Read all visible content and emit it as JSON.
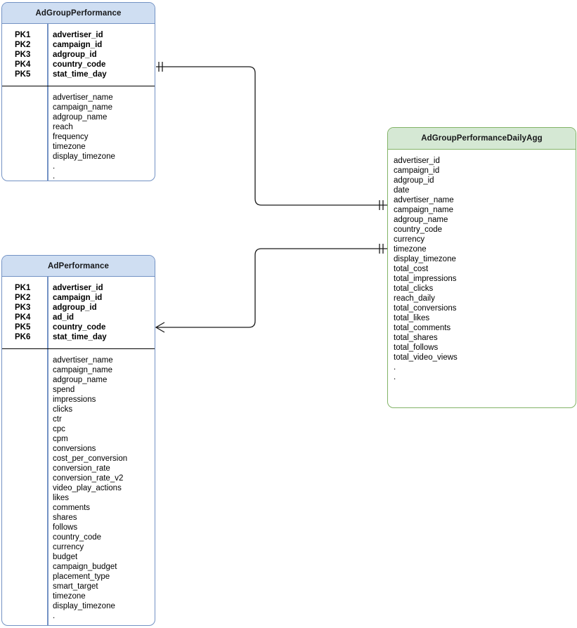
{
  "diagram": {
    "type": "entity-relationship-diagram",
    "background": "#ffffff",
    "colors": {
      "blue_header_fill": "#cfdef2",
      "blue_border": "#7392c4",
      "green_header_fill": "#d5e8d4",
      "green_border": "#82b366",
      "line": "#1a1a1a",
      "text": "#000000"
    }
  },
  "entities": [
    {
      "id": "adgroup_performance",
      "title": "AdGroupPerformance",
      "style": "blue",
      "keys": [
        {
          "pk": "PK1",
          "field": "advertiser_id"
        },
        {
          "pk": "PK2",
          "field": "campaign_id"
        },
        {
          "pk": "PK3",
          "field": "adgroup_id"
        },
        {
          "pk": "PK4",
          "field": "country_code"
        },
        {
          "pk": "PK5",
          "field": "stat_time_day"
        }
      ],
      "attributes": [
        "advertiser_name",
        "campaign_name",
        "adgroup_name",
        "reach",
        "frequency",
        "timezone",
        "display_timezone",
        ".",
        "."
      ]
    },
    {
      "id": "ad_performance",
      "title": "AdPerformance",
      "style": "blue",
      "keys": [
        {
          "pk": "PK1",
          "field": "advertiser_id"
        },
        {
          "pk": "PK2",
          "field": "campaign_id"
        },
        {
          "pk": "PK3",
          "field": "adgroup_id"
        },
        {
          "pk": "PK4",
          "field": "ad_id"
        },
        {
          "pk": "PK5",
          "field": "country_code"
        },
        {
          "pk": "PK6",
          "field": "stat_time_day"
        }
      ],
      "attributes": [
        "advertiser_name",
        "campaign_name",
        "adgroup_name",
        "spend",
        "impressions",
        "clicks",
        "ctr",
        "cpc",
        "cpm",
        "conversions",
        "cost_per_conversion",
        "conversion_rate",
        "conversion_rate_v2",
        "video_play_actions",
        "likes",
        "comments",
        "shares",
        "follows",
        "country_code",
        "currency",
        "budget",
        "campaign_budget",
        "placement_type",
        "smart_target",
        "timezone",
        "display_timezone",
        ".",
        "."
      ]
    },
    {
      "id": "adgroup_performance_daily_agg",
      "title": "AdGroupPerformanceDailyAgg",
      "style": "green",
      "attributes": [
        "advertiser_id",
        "campaign_id",
        "adgroup_id",
        "date",
        "advertiser_name",
        "campaign_name",
        "adgroup_name",
        "country_code",
        "currency",
        "timezone",
        "display_timezone",
        "total_cost",
        "total_impressions",
        "total_clicks",
        "reach_daily",
        "total_conversions",
        "total_likes",
        "total_comments",
        "total_shares",
        "total_follows",
        "total_video_views",
        ".",
        "."
      ]
    }
  ],
  "relationships": [
    {
      "id": "adgroupperformance-to-dailyagg",
      "from": "adgroup_performance",
      "to": "adgroup_performance_daily_agg",
      "from_cardinality": "one-and-only-one",
      "to_cardinality": "one-and-only-one"
    },
    {
      "id": "adperformance-to-dailyagg",
      "from": "ad_performance",
      "to": "adgroup_performance_daily_agg",
      "from_cardinality": "many",
      "to_cardinality": "one-and-only-one"
    }
  ]
}
